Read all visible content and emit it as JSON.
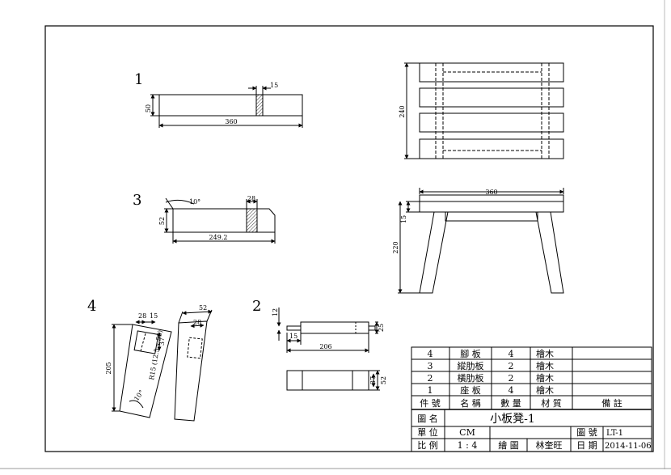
{
  "parts": {
    "p1": {
      "number": "1",
      "dims": {
        "length": "360",
        "height": "50",
        "slot": "15"
      }
    },
    "p2": {
      "number": "2",
      "dims": {
        "thickness": "12",
        "tenon": "15",
        "length": "206",
        "height_a": "25",
        "height_b": "52"
      }
    },
    "p3": {
      "number": "3",
      "dims": {
        "angle": "10°",
        "height": "52",
        "slot": "28",
        "length": "249.2"
      }
    },
    "p4": {
      "number": "4",
      "dims": {
        "top_a": "28",
        "top_b": "15",
        "depth": "37",
        "height": "205",
        "angle_label": "10°",
        "inner": "R15 (12.5 x 50)",
        "side_top": "52",
        "side_inner": "28"
      }
    }
  },
  "assembly": {
    "top_dim": "240",
    "front_width": "360",
    "front_seat": "15",
    "front_height": "220"
  },
  "bom": {
    "rows": [
      {
        "no": "4",
        "name": "腳 板",
        "qty": "4",
        "material": "檜木",
        "note": ""
      },
      {
        "no": "3",
        "name": "縱肋板",
        "qty": "2",
        "material": "檜木",
        "note": ""
      },
      {
        "no": "2",
        "name": "橫肋板",
        "qty": "2",
        "material": "檜木",
        "note": ""
      },
      {
        "no": "1",
        "name": "座 板",
        "qty": "4",
        "material": "檜木",
        "note": ""
      }
    ],
    "header": {
      "no": "件 號",
      "name": "名 稱",
      "qty": "數 量",
      "material": "材 質",
      "note": "備 註"
    }
  },
  "title_block": {
    "title_label": "圖 名",
    "title_value": "小板凳-1",
    "unit_label": "單 位",
    "unit_value": "CM",
    "drawing_no_label": "圖 號",
    "drawing_no_value": "LT-1",
    "scale_label": "比 例",
    "scale_value": "1 : 4",
    "drawn_label": "繪 圖",
    "drawn_value": "林奎旺",
    "date_label": "日 期",
    "date_value": "2014-11-06"
  }
}
